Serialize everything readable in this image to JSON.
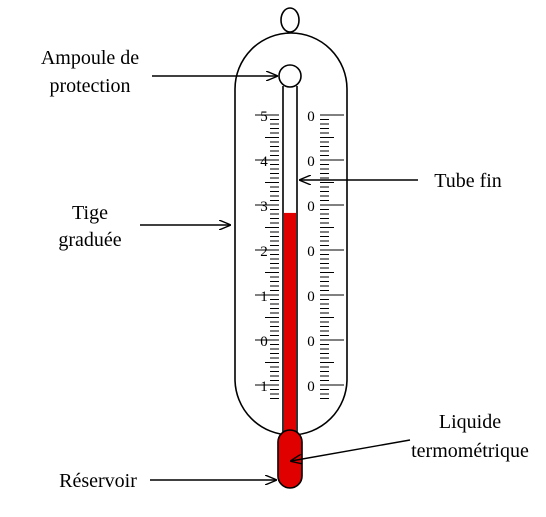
{
  "labels": {
    "ampoule_line1": "Ampoule de",
    "ampoule_line2": "protection",
    "tube_fin": "Tube fin",
    "tige_line1": "Tige",
    "tige_line2": "graduée",
    "liquide_line1": "Liquide",
    "liquide_line2": "termométrique",
    "reservoir": "Réservoir"
  },
  "scale": {
    "left_numbers": [
      "5",
      "4",
      "3",
      "2",
      "1",
      "0",
      "1"
    ],
    "right_numbers": [
      "0",
      "0",
      "0",
      "0",
      "0",
      "0",
      "0"
    ]
  },
  "liquid_level": 0.64,
  "colors": {
    "liquid": "#e00000",
    "outline": "#000000",
    "background": "#ffffff"
  }
}
